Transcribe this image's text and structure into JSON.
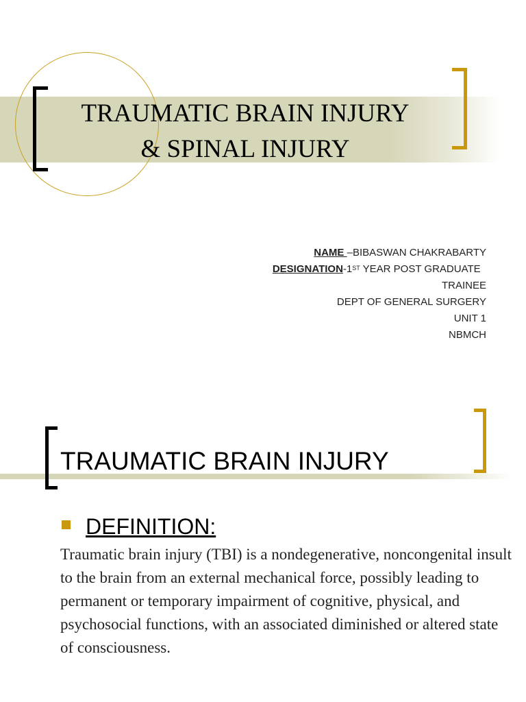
{
  "slide1": {
    "title_line1": "TRAUMATIC BRAIN INJURY",
    "title_line2": "& SPINAL INJURY",
    "info": {
      "name_label": "NAME ",
      "name_value": "–BIBASWAN CHAKRABARTY",
      "designation_label": "DESIGNATION",
      "designation_prefix": "-1",
      "designation_sup": "ST",
      "designation_value": " YEAR POST GRADUATE",
      "designation_cont": "TRAINEE",
      "dept": "DEPT OF GENERAL SURGERY",
      "unit": "UNIT 1",
      "college": "NBMCH"
    },
    "colors": {
      "band": "#d6d6b8",
      "gold": "#c9980c",
      "circle": "#c9a227"
    }
  },
  "slide2": {
    "title": "TRAUMATIC BRAIN INJURY",
    "bullet_heading": "DEFINITION:",
    "definition": "Traumatic brain injury (TBI) is a nondegenerative, noncongenital insult to the brain from an external mechanical force, possibly leading to permanent or temporary impairment of cognitive, physical, and psychosocial functions, with an associated diminished or altered state of consciousness."
  }
}
